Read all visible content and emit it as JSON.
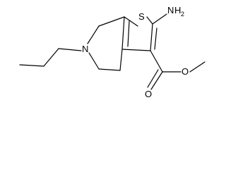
{
  "molecule": {
    "atoms": {
      "sulfur": "S",
      "amine_n": "N",
      "amine_h": "H",
      "amine_h_count": "2",
      "ring_nitrogen": "N",
      "carbonyl_oxygen": "O",
      "ester_oxygen": "O"
    }
  }
}
